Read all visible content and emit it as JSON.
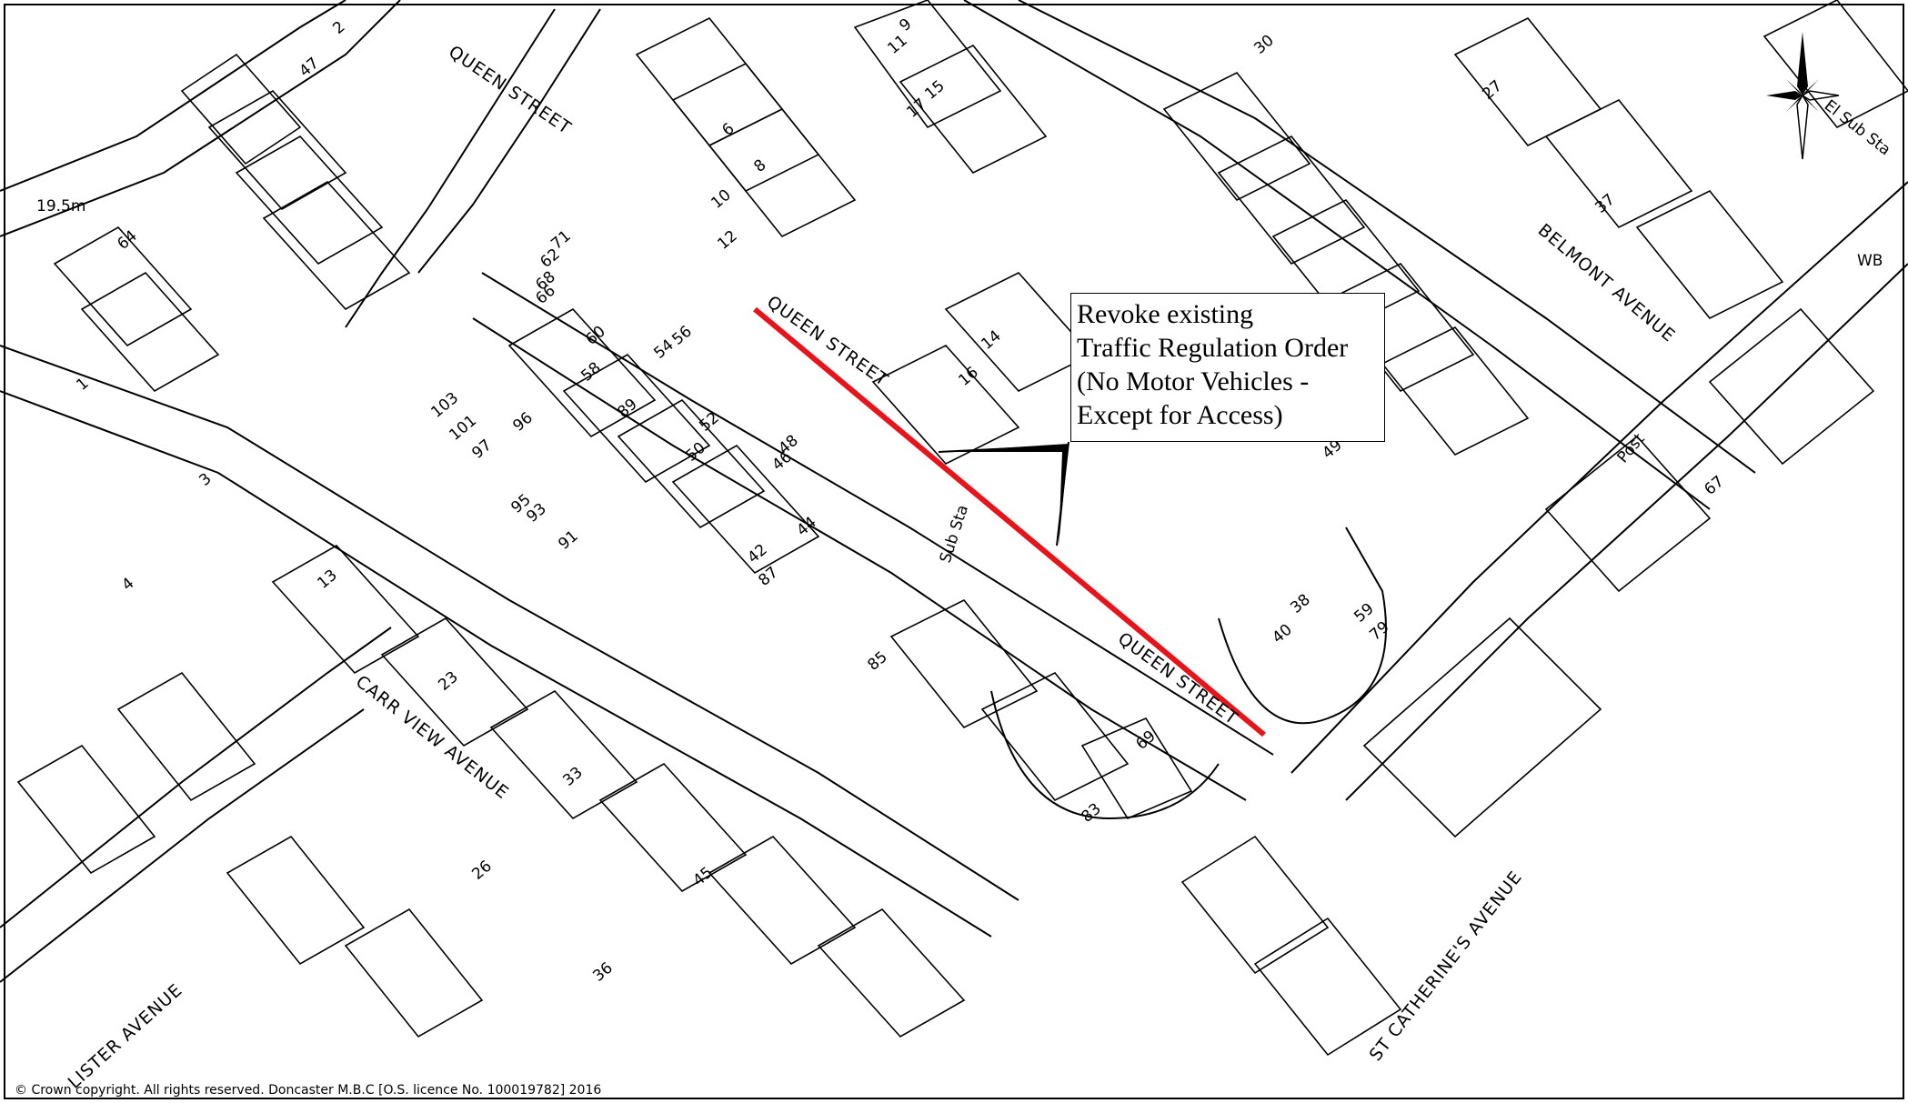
{
  "map": {
    "streets": {
      "queen_street": "QUEEN STREET",
      "belmont_avenue": "BELMONT AVENUE",
      "carr_view_avenue": "CARR VIEW AVENUE",
      "lister_avenue": "LISTER AVENUE",
      "st_catherines_avenue": "ST CATHERINE'S AVENUE"
    },
    "labels": {
      "sub_sta": "Sub Sta",
      "el_sub_sta": "El Sub Sta",
      "post": "Post",
      "wb": "WB",
      "spot_height": "19.5m"
    },
    "house_numbers": [
      "1",
      "2",
      "3",
      "4",
      "6",
      "8",
      "9",
      "10",
      "11",
      "12",
      "13",
      "14",
      "15",
      "16",
      "17",
      "23",
      "26",
      "27",
      "30",
      "33",
      "36",
      "37",
      "38",
      "40",
      "42",
      "44",
      "45",
      "46",
      "47",
      "48",
      "49",
      "50",
      "52",
      "54",
      "56",
      "58",
      "59",
      "60",
      "62",
      "64",
      "66",
      "67",
      "68",
      "69",
      "71",
      "79",
      "83",
      "85",
      "87",
      "89",
      "91",
      "93",
      "95",
      "96",
      "97",
      "101",
      "103"
    ],
    "restriction_color": "#e8141b",
    "callout": {
      "line1": "Revoke existing",
      "line2": "Traffic Regulation Order",
      "line3": "(No Motor Vehicles -",
      "line4": "Except for Access)"
    },
    "copyright": "© Crown copyright. All rights reserved. Doncaster M.B.C [O.S. licence No. 100019782] 2016",
    "north_arrow": "north-arrow-icon"
  }
}
